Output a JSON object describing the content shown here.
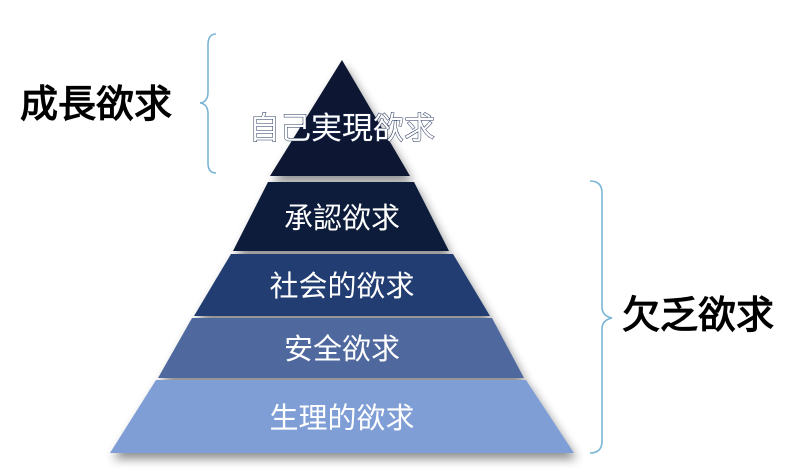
{
  "groups": {
    "growth": "成長欲求",
    "deficiency": "欠乏欲求"
  },
  "pyramid": {
    "levels": [
      {
        "label": "自己実現欲求",
        "color": "#0d1733"
      },
      {
        "label": "承認欲求",
        "color": "#0f1d3b"
      },
      {
        "label": "社会的欲求",
        "color": "#223e72"
      },
      {
        "label": "安全欲求",
        "color": "#4f699f"
      },
      {
        "label": "生理的欲求",
        "color": "#7f9ed6"
      }
    ]
  },
  "bracket_color": "#7bb5d6"
}
